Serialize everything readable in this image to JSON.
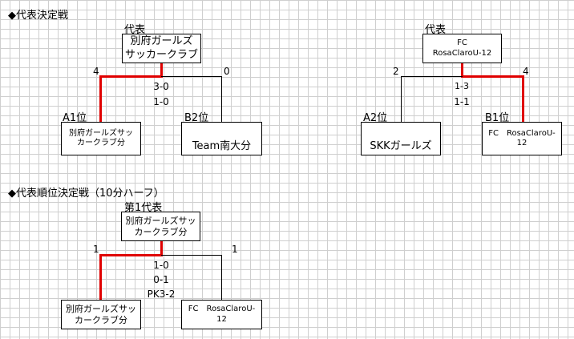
{
  "section1": {
    "heading": "◆代表決定戦",
    "bracketA": {
      "label": "代表",
      "winner": "別府ガールズ\nサッカークラブ",
      "left_score": "4",
      "right_score": "0",
      "games": [
        "3-0",
        "1-0"
      ],
      "left_rank": "A1位",
      "left_team": "別府ガールズサッ\nカークラブ分",
      "right_rank": "B2位",
      "right_team": "Team南大分"
    },
    "bracketB": {
      "label": "代表",
      "winner": "FC\nRosaClaroU-12",
      "left_score": "2",
      "right_score": "4",
      "games": [
        "1-3",
        "1-1"
      ],
      "left_rank": "A2位",
      "left_team": "SKKガールズ",
      "right_rank": "B1位",
      "right_team": "FC　RosaClaroU-\n12"
    }
  },
  "section2": {
    "heading": "◆代表順位決定戦（10分ハーフ）",
    "bracket": {
      "label": "第1代表",
      "winner": "別府ガールズサッ\nカークラブ分",
      "left_score": "1",
      "right_score": "1",
      "games": [
        "1-0",
        "0-1",
        "PK3-2"
      ],
      "left_team": "別府ガールズサッ\nカークラブ分",
      "right_team": "FC　RosaClaroU-\n12"
    }
  },
  "colors": {
    "winner_line": "#e00000",
    "line": "#000000",
    "grid": "#cfcfcf"
  }
}
